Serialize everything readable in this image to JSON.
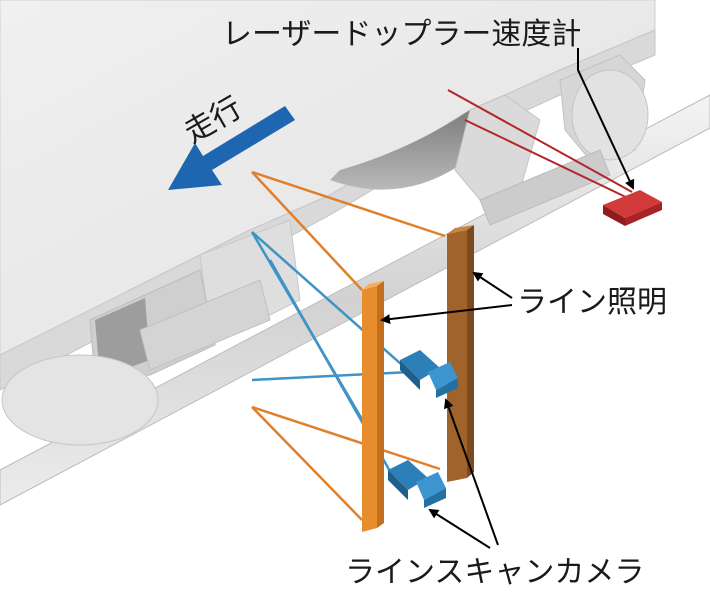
{
  "labels": {
    "speedometer": "レーザードップラー速度計",
    "line_light": "ライン照明",
    "camera": "ラインスキャンカメラ",
    "direction": "走行"
  },
  "colors": {
    "body": "#e9e9e9",
    "body_shade": "#cfcfcf",
    "dark": "#8a8a8a",
    "rail": "#dcdcdc",
    "laser": "#b3262a",
    "orange_line": "#e0802c",
    "orange_bar": "#e88d2e",
    "brown_bar": "#a0632b",
    "blue_line": "#3f93c6",
    "camera": "#2d7fb8",
    "arrow": "#1f66b0"
  }
}
